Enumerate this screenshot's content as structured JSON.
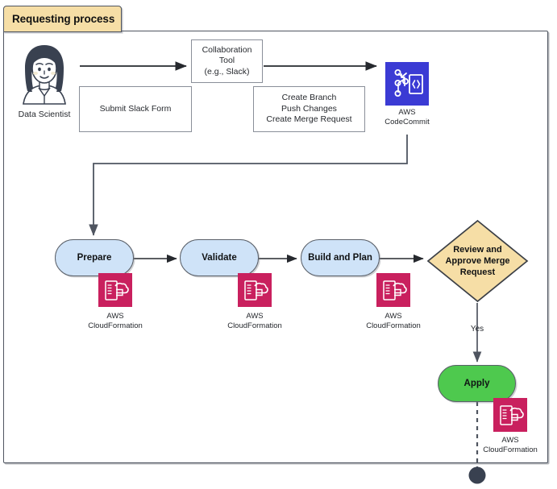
{
  "diagram": {
    "title": "Requesting process",
    "title_color": "#f6dea6",
    "accent_colors": {
      "process_blue": "#cfe3f8",
      "decision_tan": "#f6dea6",
      "apply_green": "#4ec94e",
      "codecommit_blue": "#3b3bd4",
      "cloudformation_magenta": "#c9205e",
      "persona_slate": "#394150",
      "line_gray": "#4f5560"
    },
    "persona": {
      "name": "data-scientist-avatar",
      "label": "Data Scientist"
    },
    "notes": [
      {
        "id": "collaboration-tool",
        "text": "Collaboration\nTool\n(e.g., Slack)"
      },
      {
        "id": "submit-slack-form",
        "text": "Submit Slack Form"
      },
      {
        "id": "git-actions",
        "text": "Create Branch\nPush Changes\nCreate Merge Request"
      }
    ],
    "services": [
      {
        "id": "codecommit",
        "icon": "aws-codecommit-icon",
        "label": "AWS\nCodeCommit"
      },
      {
        "id": "cfn-prepare",
        "icon": "aws-cloudformation-icon",
        "label": "AWS\nCloudFormation"
      },
      {
        "id": "cfn-validate",
        "icon": "aws-cloudformation-icon",
        "label": "AWS\nCloudFormation"
      },
      {
        "id": "cfn-build",
        "icon": "aws-cloudformation-icon",
        "label": "AWS\nCloudFormation"
      },
      {
        "id": "cfn-apply",
        "icon": "aws-cloudformation-icon",
        "label": "AWS\nCloudFormation"
      }
    ],
    "steps": [
      {
        "id": "prepare",
        "label": "Prepare",
        "shape": "rounded",
        "fill": "#cfe3f8"
      },
      {
        "id": "validate",
        "label": "Validate",
        "shape": "rounded",
        "fill": "#cfe3f8"
      },
      {
        "id": "build-and-plan",
        "label": "Build and Plan",
        "shape": "rounded",
        "fill": "#cfe3f8"
      },
      {
        "id": "apply",
        "label": "Apply",
        "shape": "rounded",
        "fill": "#4ec94e"
      }
    ],
    "decision": {
      "id": "review-approve-merge-request",
      "label": "Review and\nApprove Merge\nRequest",
      "shape": "diamond",
      "fill": "#f6dea6"
    },
    "edge_labels": [
      {
        "id": "yes-branch",
        "text": "Yes"
      }
    ],
    "terminator": {
      "id": "end-node",
      "shape": "filled-circle"
    }
  }
}
